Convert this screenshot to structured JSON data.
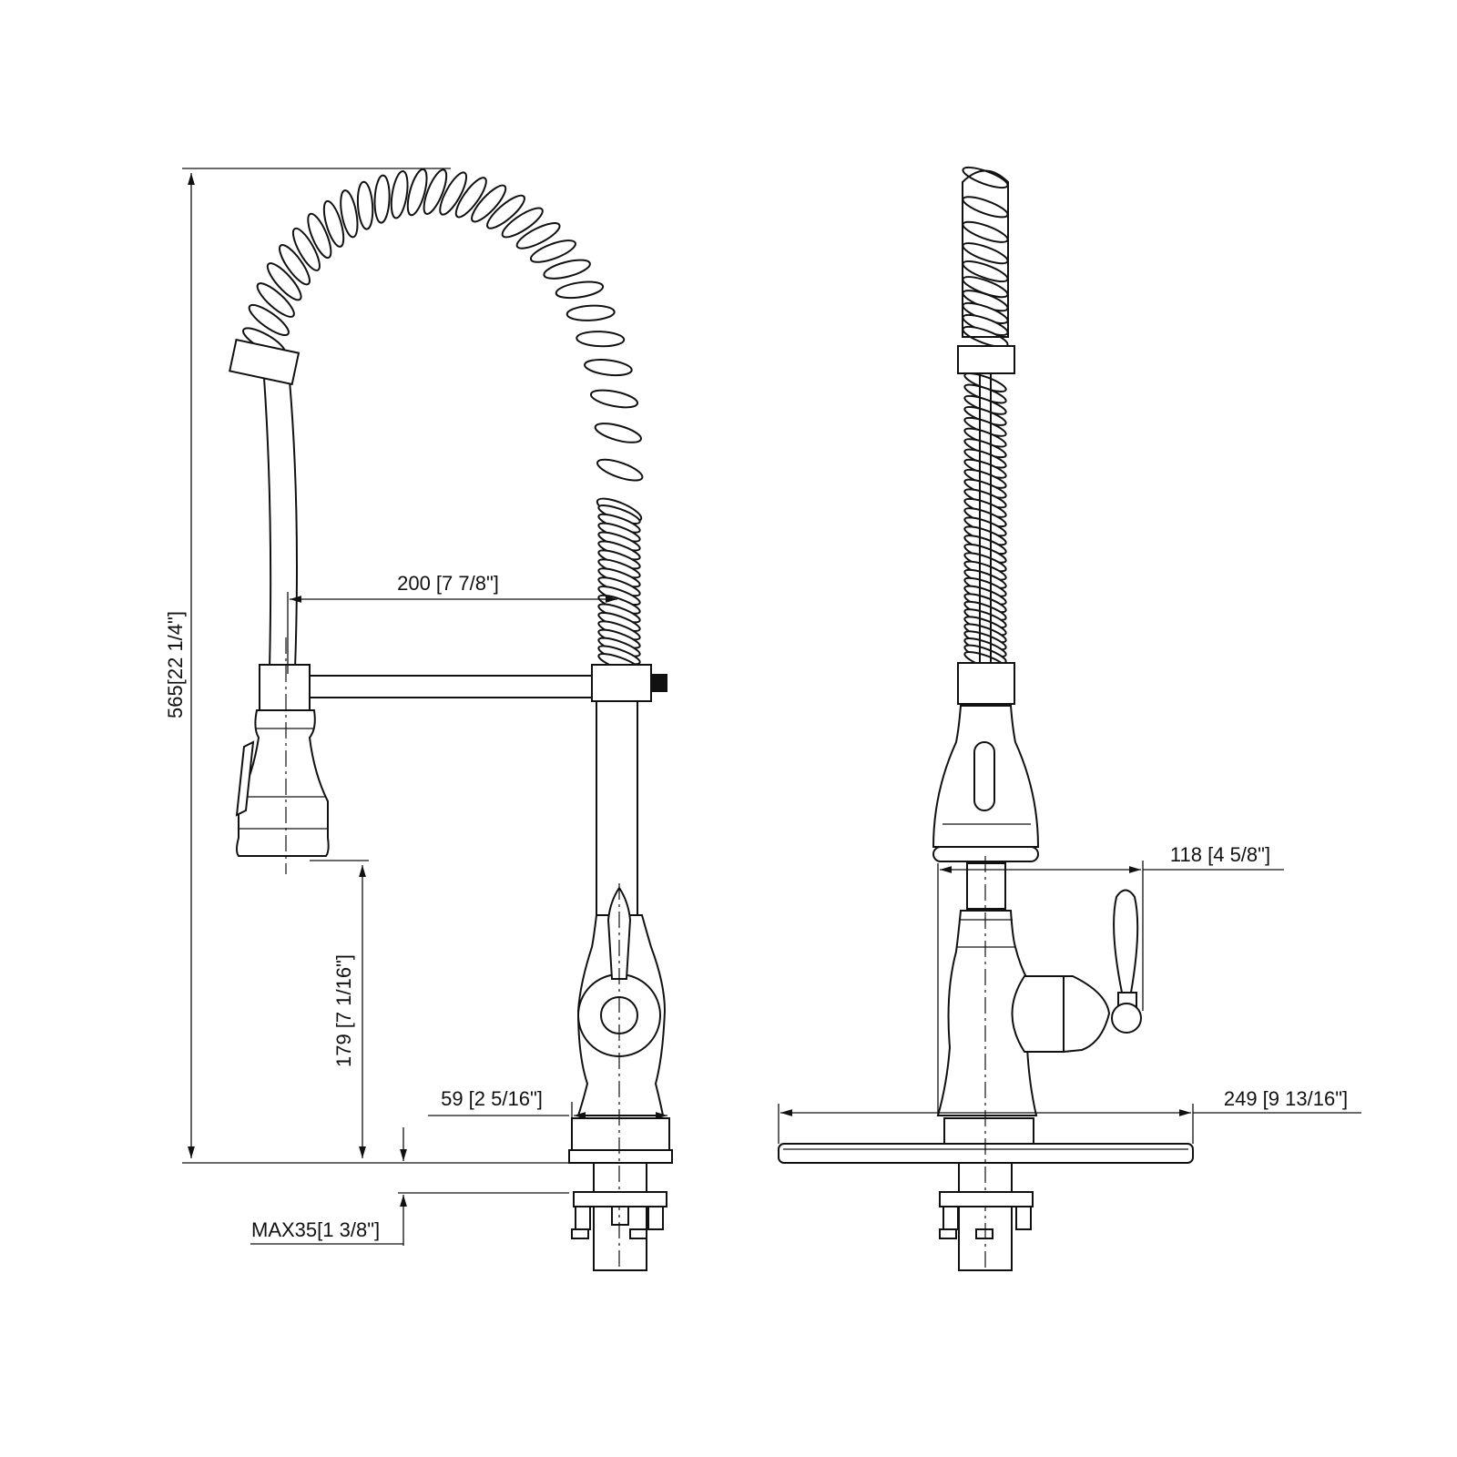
{
  "drawing": {
    "views": [
      "front-view",
      "side-view"
    ],
    "dimensions": {
      "overall_height": "565[22 1/4\"]",
      "spout_reach": "200 [7 7/8\"]",
      "spout_clearance": "179 [7 1/16\"]",
      "base_diameter": "59 [2 5/16\"]",
      "max_deck_thickness": "MAX35[1 3/8\"]",
      "handle_reach": "118 [4 5/8\"]",
      "deck_plate_width": "249 [9 13/16\"]"
    }
  }
}
